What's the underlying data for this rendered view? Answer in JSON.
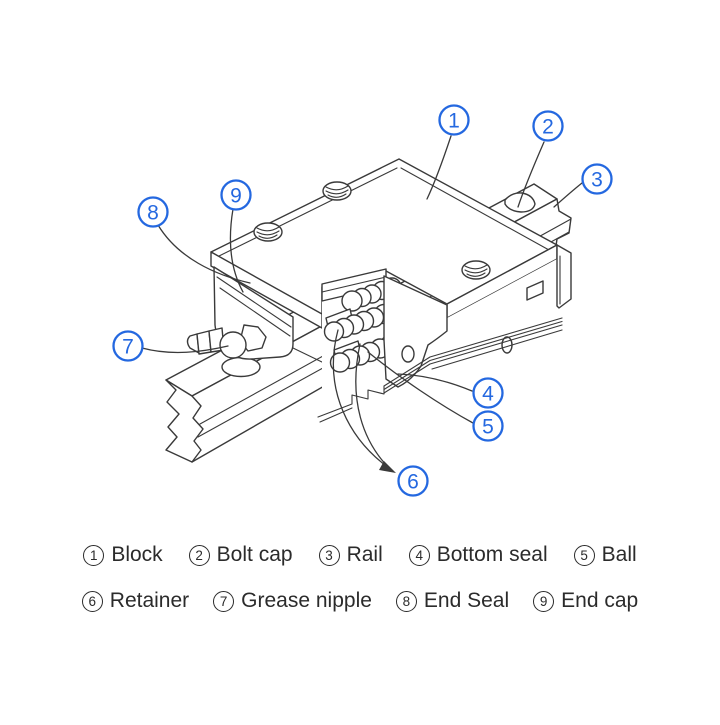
{
  "figure": {
    "type": "technical-parts-diagram",
    "subject": "Linear guide rail and bearing block assembly with numbered callouts",
    "colors": {
      "callout_blue": "#2468e0",
      "drawing_line": "#3a3a3a",
      "legend_text": "#2b2b2b",
      "background": "#ffffff"
    },
    "callouts": [
      {
        "num": "1",
        "part": "Block"
      },
      {
        "num": "2",
        "part": "Bolt cap"
      },
      {
        "num": "3",
        "part": "Rail"
      },
      {
        "num": "4",
        "part": "Bottom seal"
      },
      {
        "num": "5",
        "part": "Ball"
      },
      {
        "num": "6",
        "part": "Retainer"
      },
      {
        "num": "7",
        "part": "Grease nipple"
      },
      {
        "num": "8",
        "part": "End Seal"
      },
      {
        "num": "9",
        "part": "End cap"
      }
    ]
  },
  "legend": {
    "rows": [
      {
        "items": [
          {
            "num": "1",
            "label": "Block"
          },
          {
            "num": "2",
            "label": "Bolt cap"
          },
          {
            "num": "3",
            "label": "Rail"
          },
          {
            "num": "4",
            "label": "Bottom seal"
          },
          {
            "num": "5",
            "label": "Ball"
          }
        ]
      },
      {
        "items": [
          {
            "num": "6",
            "label": "Retainer"
          },
          {
            "num": "7",
            "label": "Grease nipple"
          },
          {
            "num": "8",
            "label": "End Seal"
          },
          {
            "num": "9",
            "label": "End cap"
          }
        ]
      }
    ]
  }
}
